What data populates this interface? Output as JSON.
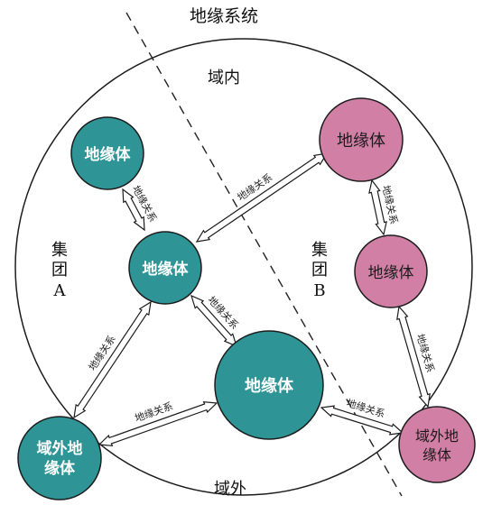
{
  "diagram": {
    "title": "地缘系统",
    "zone_inner": "域内",
    "zone_outer": "域外",
    "group_a": [
      "集",
      "团",
      "A"
    ],
    "group_b": [
      "集",
      "团",
      "B"
    ],
    "relation_label": "地缘关系",
    "nodes": {
      "a_top": [
        "地缘体"
      ],
      "a_center": [
        "地缘体"
      ],
      "center_big": [
        "地缘体"
      ],
      "b_top": [
        "地缘体"
      ],
      "b_mid": [
        "地缘体"
      ],
      "outer_left": [
        "域外地",
        "缘体"
      ],
      "outer_right": [
        "域外地",
        "缘体"
      ]
    },
    "colors": {
      "group_a_fill": "#2f9495",
      "group_b_fill": "#d27fa6",
      "stroke": "#1c1c1c"
    }
  }
}
